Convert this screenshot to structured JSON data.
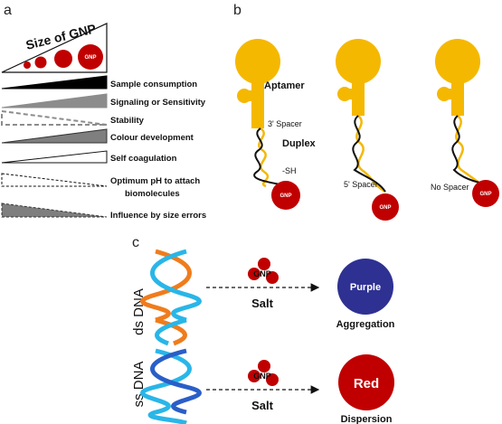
{
  "panel_a": {
    "label": "a",
    "size_title": "Size of GNP",
    "gnp_label": "GNP",
    "rows": [
      {
        "text": "Sample consumption"
      },
      {
        "text": "Signaling or Sensitivity"
      },
      {
        "text": "Stability"
      },
      {
        "text": "Colour development"
      },
      {
        "text": "Self coagulation"
      },
      {
        "text": "Optimum pH to attach"
      },
      {
        "text": "biomolecules"
      },
      {
        "text": "Influence by size errors"
      }
    ]
  },
  "panel_b": {
    "label": "b",
    "aptamer": "Aptamer",
    "spacer3": "3' Spacer",
    "duplex": "Duplex",
    "sh": "-SH",
    "spacer5": "5' Spacer",
    "no_spacer": "No Spacer",
    "gnp": "GNP"
  },
  "panel_c": {
    "label": "c",
    "ds_dna": "ds DNA",
    "ss_dna": "ss DNA",
    "gnp": "GNP",
    "salt": "Salt",
    "purple": "Purple",
    "aggregation": "Aggregation",
    "red": "Red",
    "dispersion": "Dispersion"
  },
  "colors": {
    "aptamer": "#f5b800",
    "gnp_red": "#c00000",
    "purple": "#2e3192",
    "orange_strand": "#f07c1c",
    "cyan_strand": "#29b6e8",
    "blue_strand": "#2a5ec8",
    "gray": "#8c8c8c"
  }
}
